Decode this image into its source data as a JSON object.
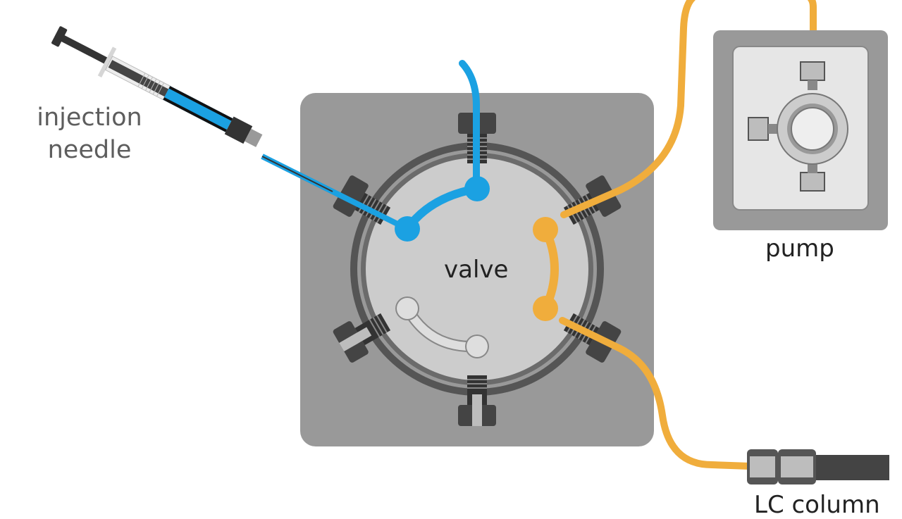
{
  "labels": {
    "needle_line1": "injection",
    "needle_line2": "needle",
    "valve": "valve",
    "pump": "pump",
    "column": "LC column"
  },
  "colors": {
    "sample_line": "#1ba1e2",
    "mobile_phase_line": "#f0ad3c",
    "block": "#999999",
    "rotor": "#cccccc",
    "ring": "#555555",
    "fitting_dark": "#444444",
    "fitting_light": "#bdbdbd",
    "column_body": "#444444"
  },
  "icons": {
    "needle": "syringe-icon",
    "pump": "pump-head-icon",
    "column": "column-icon"
  }
}
